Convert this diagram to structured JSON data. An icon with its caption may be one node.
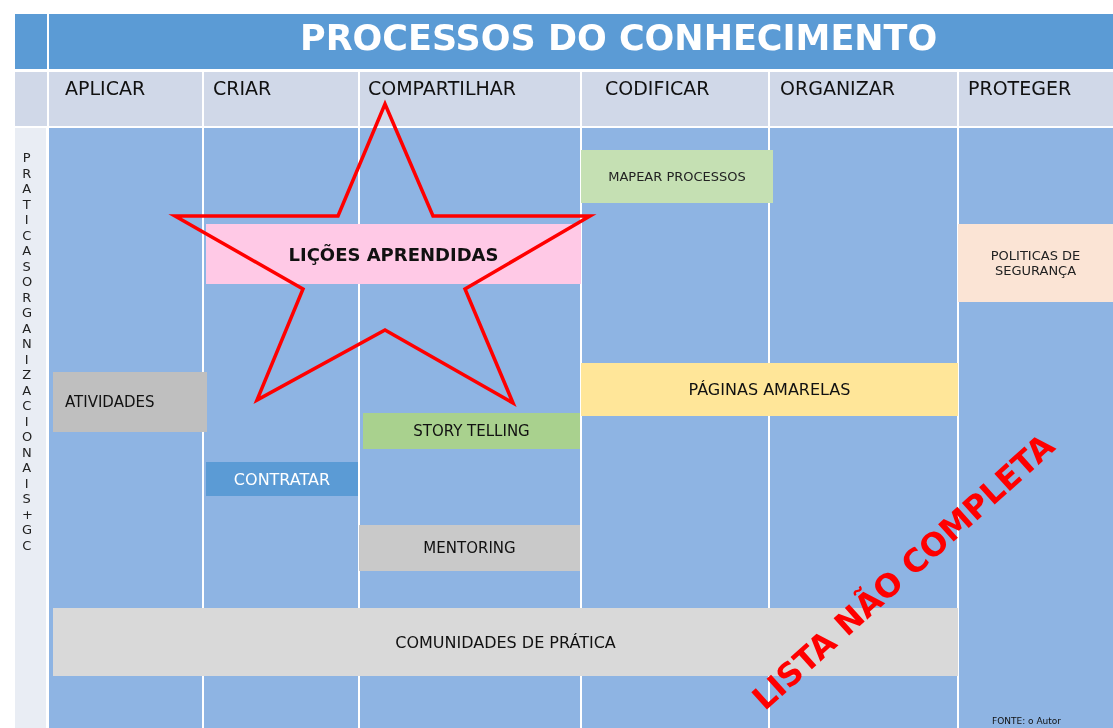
{
  "diagram": {
    "title": "PROCESSOS DO CONHECIMENTO",
    "nodes": [
      {
        "text": [
          "MAPEAR PROCESSOS"
        ]
      },
      {
        "text": [
          "LIÇÕES APRENDIDAS"
        ]
      },
      {
        "text": [
          "POLITICAS DE SEGURANÇA"
        ]
      },
      {
        "text": [
          "ATIVIDADES"
        ]
      },
      {
        "text": [
          "PÁGINAS AMARELAS"
        ]
      },
      {
        "text": [
          "STORY TELLING"
        ]
      },
      {
        "text": [
          "CONTRATAR"
        ]
      },
      {
        "text": [
          "MENTORING"
        ]
      },
      {
        "text": [
          "COMUNIDADES DE PRÁTICA"
        ]
      }
    ],
    "edges": [],
    "labels": [
      "APLICAR",
      "CRIAR",
      "COMPARTILHAR",
      "CODIFICAR",
      "ORGANIZAR",
      "PROTEGER",
      "PRATICAS ORGANIZACIONAIS + GC",
      "LISTA NÃO COMPLETA",
      "FONTE: o Autor"
    ]
  }
}
